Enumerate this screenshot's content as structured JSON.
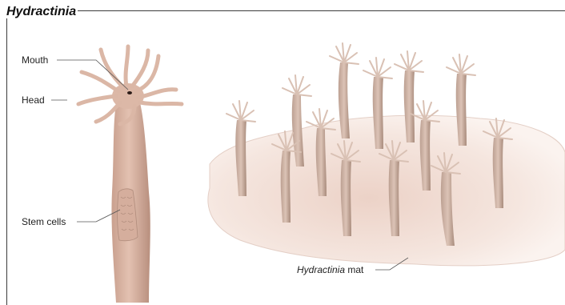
{
  "title": "Hydractinia",
  "labels": {
    "mouth": "Mouth",
    "head": "Head",
    "stem_cells": "Stem cells",
    "mat_italic": "Hydractinia",
    "mat_suffix": " mat"
  },
  "colors": {
    "body": "#d9b3a1",
    "body_dark": "#b98f7e",
    "mat": "#f1dfd6",
    "leader": "#555555"
  }
}
